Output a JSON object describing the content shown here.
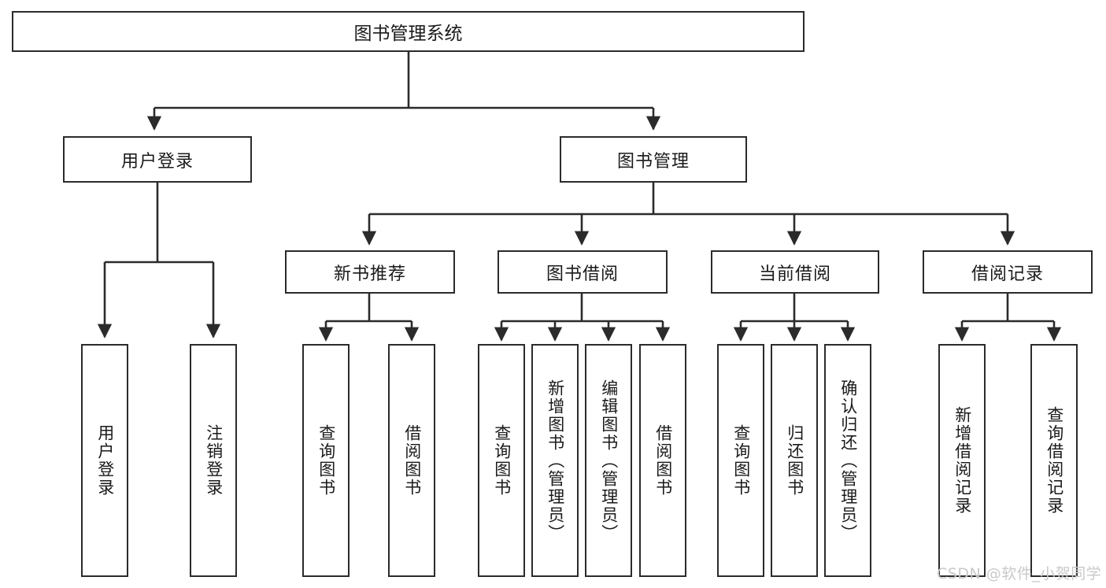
{
  "diagram": {
    "title": "图书管理系统",
    "type": "tree",
    "root": {
      "id": "root",
      "label": "图书管理系统"
    },
    "level2": [
      {
        "id": "user-login",
        "label": "用户登录"
      },
      {
        "id": "book-manage",
        "label": "图书管理"
      }
    ],
    "level3": [
      {
        "id": "new-book-recommend",
        "label": "新书推荐",
        "parent": "book-manage"
      },
      {
        "id": "book-borrow",
        "label": "图书借阅",
        "parent": "book-manage"
      },
      {
        "id": "current-borrow",
        "label": "当前借阅",
        "parent": "book-manage"
      },
      {
        "id": "borrow-record",
        "label": "借阅记录",
        "parent": "book-manage"
      }
    ],
    "leaves": [
      {
        "id": "leaf-user-login",
        "label": "用户登录",
        "parent": "user-login"
      },
      {
        "id": "leaf-logout-login",
        "label": "注销登录",
        "parent": "user-login"
      },
      {
        "id": "leaf-query-book-1",
        "label": "查询图书",
        "parent": "new-book-recommend"
      },
      {
        "id": "leaf-borrow-book-1",
        "label": "借阅图书",
        "parent": "new-book-recommend"
      },
      {
        "id": "leaf-query-book-2",
        "label": "查询图书",
        "parent": "book-borrow"
      },
      {
        "id": "leaf-add-book",
        "label": "新增图书（管理员）",
        "parent": "book-borrow"
      },
      {
        "id": "leaf-edit-book",
        "label": "编辑图书（管理员）",
        "parent": "book-borrow"
      },
      {
        "id": "leaf-borrow-book-2",
        "label": "借阅图书",
        "parent": "book-borrow"
      },
      {
        "id": "leaf-query-book-3",
        "label": "查询图书",
        "parent": "current-borrow"
      },
      {
        "id": "leaf-return-book",
        "label": "归还图书",
        "parent": "current-borrow"
      },
      {
        "id": "leaf-confirm-return",
        "label": "确认归还（管理员）",
        "parent": "current-borrow"
      },
      {
        "id": "leaf-add-record",
        "label": "新增借阅记录",
        "parent": "borrow-record"
      },
      {
        "id": "leaf-query-record",
        "label": "查询借阅记录",
        "parent": "borrow-record"
      }
    ]
  },
  "watermark": {
    "text": "CSDN @软件_小贺同学"
  },
  "colors": {
    "stroke": "#2b2b2b",
    "background": "#ffffff",
    "text": "#1a1a1a",
    "watermark": "#c9c9c9"
  }
}
